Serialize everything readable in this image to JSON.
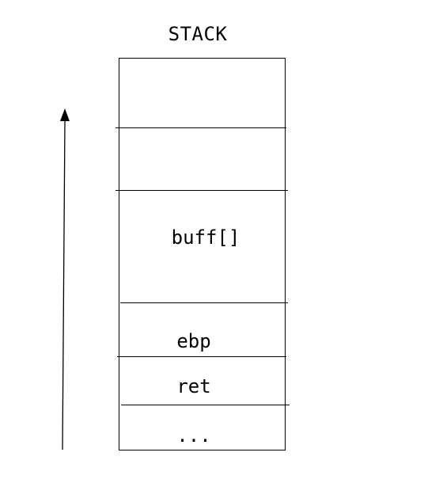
{
  "title": "STACK",
  "cells": [
    {
      "label": ""
    },
    {
      "label": ""
    },
    {
      "label": "buff[]"
    },
    {
      "label": "ebp"
    },
    {
      "label": "ret"
    },
    {
      "label": "..."
    }
  ]
}
